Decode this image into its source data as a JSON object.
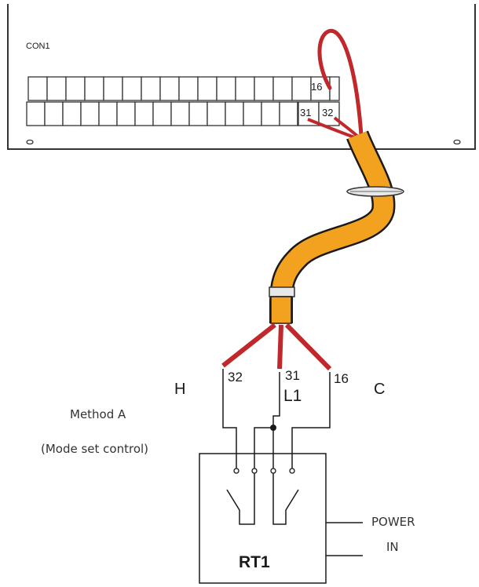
{
  "terminal_block": {
    "title": "CON1",
    "terminals": {
      "t16": "16",
      "t31": "31",
      "t32": "32"
    }
  },
  "wires": {
    "w32": "32",
    "w31": "31",
    "w16": "16"
  },
  "labels": {
    "h": "H",
    "l1": "L1",
    "c": "C"
  },
  "method": {
    "line1": "Method A",
    "line2": "(Mode set control)"
  },
  "power": {
    "line1": "POWER",
    "line2": "IN"
  },
  "thermostat": {
    "label": "RT1"
  },
  "colors": {
    "wire_red": "#c0282c",
    "cable_orange": "#f2a21e",
    "outline": "#1a1a1a"
  }
}
